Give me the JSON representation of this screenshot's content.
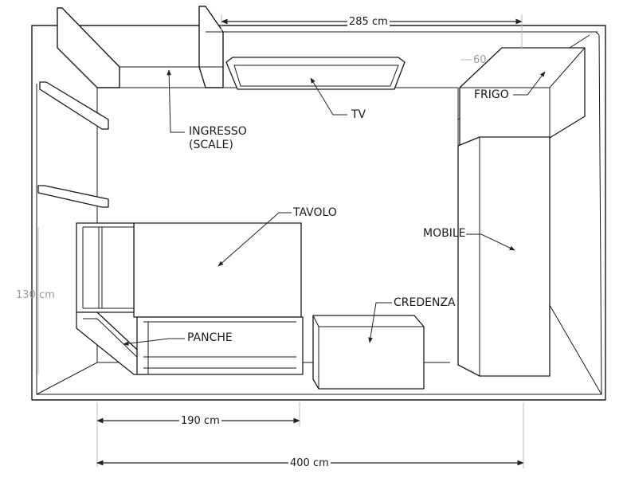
{
  "labels": {
    "ingresso_line1": "INGRESSO",
    "ingresso_line2": "(SCALE)",
    "tv": "TV",
    "frigo": "FRIGO",
    "tavolo": "TAVOLO",
    "mobile": "MOBILE",
    "credenza": "CREDENZA",
    "panche": "PANCHE"
  },
  "dimensions": {
    "top_width": "285 cm",
    "fridge_depth": "60",
    "left_height": "130 cm",
    "bench_length": "190 cm",
    "total_width": "400 cm"
  }
}
